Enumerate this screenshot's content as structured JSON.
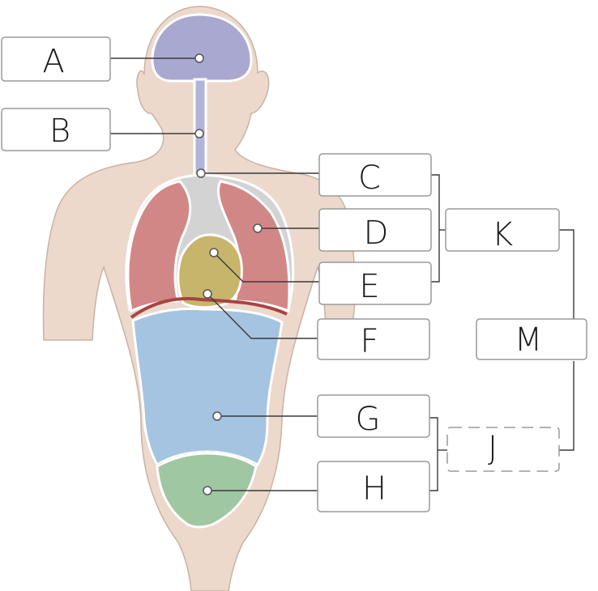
{
  "labels": {
    "a": "A",
    "b": "B",
    "c": "C",
    "d": "D",
    "e": "E",
    "f": "F",
    "g": "G",
    "h": "H",
    "j": "J",
    "k": "K",
    "m": "M"
  },
  "colors": {
    "skin": "#ecd9cc",
    "skin_outline": "#c9b2a3",
    "cranial": "#a9a8d0",
    "spinal": "#b3b5d8",
    "mediastinum": "#d3d3d3",
    "pleural": "#d28787",
    "pericardial": "#c8b56c",
    "diaphragm": "#a74444",
    "abdominal": "#a5c4e1",
    "pelvic": "#9fc7a2",
    "cavity_border": "#ffffff"
  }
}
